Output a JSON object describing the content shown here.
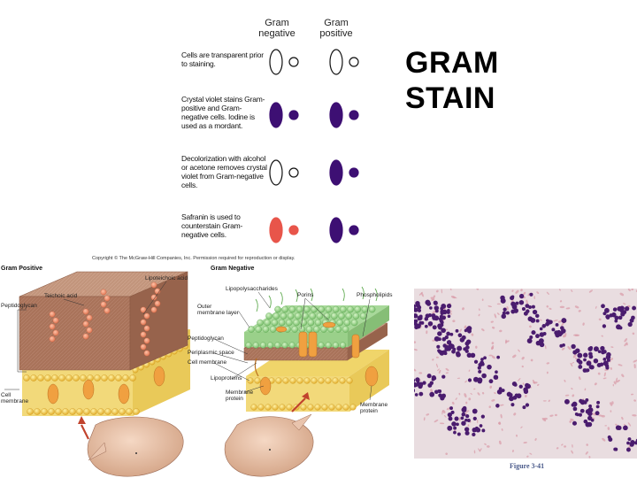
{
  "title": {
    "line1": "GRAM",
    "line2": "STAIN"
  },
  "columns": {
    "negative": "Gram\nnegative",
    "positive": "Gram\npositive"
  },
  "steps": [
    {
      "text": "Cells are transparent prior to staining.",
      "neg_color": "#ffffff",
      "pos_color": "#ffffff"
    },
    {
      "text": "Crystal violet stains Gram-positive and Gram-negative cells. Iodine is used as a mordant.",
      "neg_color": "#3d0f73",
      "pos_color": "#3d0f73"
    },
    {
      "text": "Decolorization with alcohol or acetone removes crystal violet from Gram-negative cells.",
      "neg_color": "#ffffff",
      "pos_color": "#3d0f73"
    },
    {
      "text": "Safranin is used to counterstain Gram-negative cells.",
      "neg_color": "#e8554a",
      "pos_color": "#3d0f73"
    }
  ],
  "copyright": "Copyright © The McGraw-Hill Companies, Inc. Permission required for reproduction or display.",
  "gram_positive": {
    "header": "Gram Positive",
    "labels": {
      "teichoic": "Teichoic acid",
      "lipoteichoic": "Lipoteichoic acid",
      "peptidoglycan": "Peptidoglycan",
      "cell_membrane": "Cell\nmembrane"
    }
  },
  "gram_negative": {
    "header": "Gram Negative",
    "labels": {
      "lps": "Lipopolysaccharides",
      "porins": "Porins",
      "phospholipids": "Phospholipids",
      "outer_membrane": "Outer\nmembrane layer",
      "peptidoglycan": "Peptidoglycan",
      "periplasmic": "Periplasmic space",
      "cell_membrane": "Cell membrane",
      "lipoproteins": "Lipoproteins",
      "membrane_protein": "Membrane\nprotein",
      "membrane_protein2": "Membrane\nprotein"
    }
  },
  "micrograph": {
    "caption": "Figure 3-41"
  },
  "colors": {
    "violet": "#3d0f73",
    "safranin": "#e8554a",
    "membrane": "#e9c23a",
    "peptidoglycan": "#a8745a",
    "outer_green": "#8fcf7f"
  }
}
